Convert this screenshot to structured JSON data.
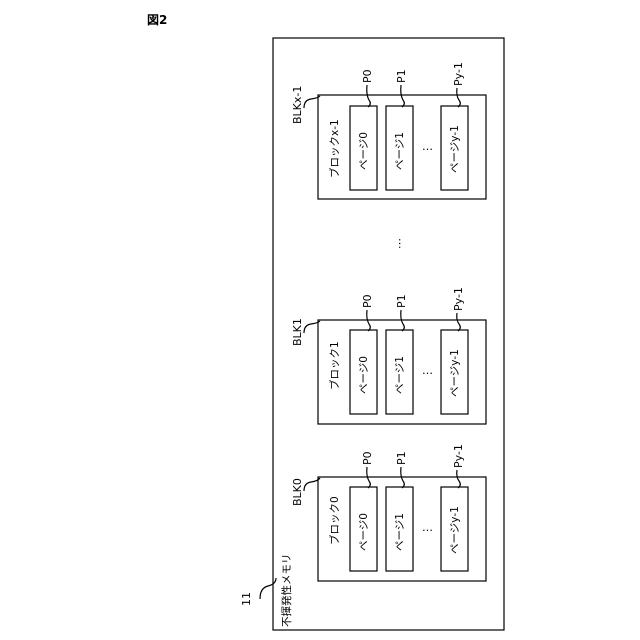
{
  "figure_title": "図2",
  "memory": {
    "ref": "11",
    "label": "不揮発性メモリ"
  },
  "blocks": [
    {
      "id": "BLK0",
      "label": "ブロック0",
      "pages": [
        {
          "ref": "P0",
          "label": "ページ0"
        },
        {
          "ref": "P1",
          "label": "ページ1"
        },
        {
          "ref": "Py-1",
          "label": "ページy-1"
        }
      ]
    },
    {
      "id": "BLK1",
      "label": "ブロック1",
      "pages": [
        {
          "ref": "P0",
          "label": "ページ0"
        },
        {
          "ref": "P1",
          "label": "ページ1"
        },
        {
          "ref": "Py-1",
          "label": "ページy-1"
        }
      ]
    },
    {
      "id": "BLKx-1",
      "label": "ブロックx-1",
      "pages": [
        {
          "ref": "P0",
          "label": "ページ0"
        },
        {
          "ref": "P1",
          "label": "ページ1"
        },
        {
          "ref": "Py-1",
          "label": "ページy-1"
        }
      ]
    }
  ],
  "ellipsis": "…"
}
